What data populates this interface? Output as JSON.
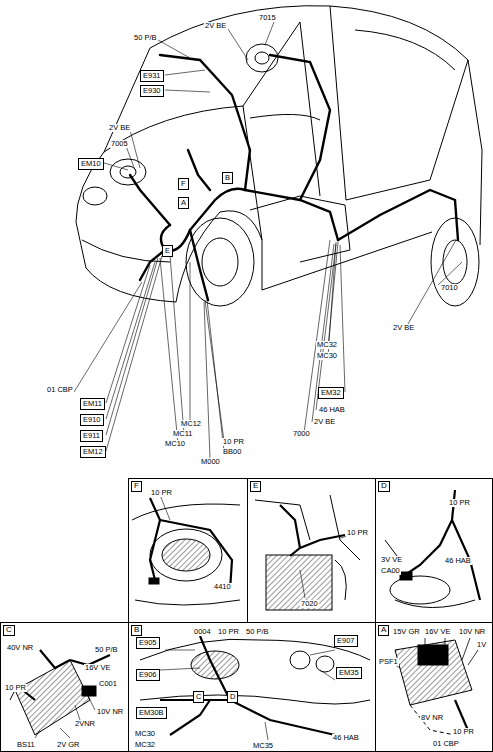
{
  "diagram": {
    "nodes": [
      {
        "text": [
          "E931"
        ]
      },
      {
        "text": [
          "E930"
        ]
      },
      {
        "text": [
          "EM10"
        ]
      },
      {
        "text": [
          "F"
        ]
      },
      {
        "text": [
          "A"
        ]
      },
      {
        "text": [
          "B"
        ]
      },
      {
        "text": [
          "E"
        ]
      },
      {
        "text": [
          "EM11"
        ]
      },
      {
        "text": [
          "E910"
        ]
      },
      {
        "text": [
          "E911"
        ]
      },
      {
        "text": [
          "EM12"
        ]
      },
      {
        "text": [
          "EM32"
        ]
      },
      {
        "text": [
          "F"
        ]
      },
      {
        "text": [
          "E"
        ]
      },
      {
        "text": [
          "D"
        ]
      },
      {
        "text": [
          "C"
        ]
      },
      {
        "text": [
          "B"
        ]
      },
      {
        "text": [
          "E905"
        ],
        "in": 16
      },
      {
        "text": [
          "E906"
        ],
        "in": 16
      },
      {
        "text": [
          "E907"
        ],
        "in": 16
      },
      {
        "text": [
          "EM35"
        ],
        "in": 16
      },
      {
        "text": [
          "EM30B"
        ],
        "in": 16
      },
      {
        "text": [
          "C"
        ],
        "in": 16
      },
      {
        "text": [
          "D"
        ],
        "in": 16
      },
      {
        "text": [
          "A"
        ]
      }
    ],
    "labels": [
      "50 P/B",
      "2V BE",
      "7015",
      "2V BE",
      "7005",
      "7010",
      "2V BE",
      "MC32",
      "MC30",
      "46 HAB",
      "2V BE",
      "7000",
      "10 PR",
      "BB00",
      "M000",
      "MC12",
      "MC11",
      "MC10",
      "01 CBP",
      "10 PR",
      "4410",
      "10 PR",
      "7020",
      "10 PR",
      "46 HAB",
      "3V VE",
      "CA00",
      "40V NR",
      "50 P/B",
      "16V VE",
      "10 PR",
      "C001",
      "10V NR",
      "2VNR",
      "BS11",
      "2V GR",
      "0004",
      "10 PR",
      "50 P/B",
      "MC30",
      "MC32",
      "MC35",
      "46 HAB",
      "15V GR",
      "16V VE",
      "10V NR",
      "1V",
      "PSF1",
      "8V NR",
      "10 PR",
      "01 CBP"
    ]
  }
}
